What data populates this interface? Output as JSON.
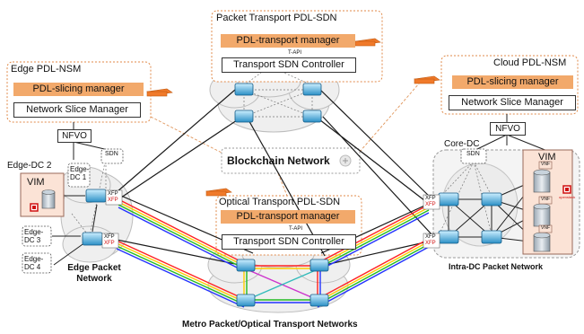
{
  "panels": {
    "packet_transport": {
      "title": "Packet Transport PDL-SDN",
      "manager": "PDL-transport manager",
      "api": "T-API",
      "controller": "Transport SDN Controller"
    },
    "edge": {
      "title": "Edge PDL-NSM",
      "manager": "PDL-slicing manager",
      "controller": "Network Slice Manager"
    },
    "cloud": {
      "title": "Cloud PDL-NSM",
      "manager": "PDL-slicing manager",
      "controller": "Network Slice Manager"
    },
    "optical_transport": {
      "title": "Optical Transport PDL-SDN",
      "manager": "PDL-transport manager",
      "api": "T-API",
      "controller": "Transport SDN Controller"
    }
  },
  "blockchain": {
    "label": "Blockchain Network"
  },
  "edge_side": {
    "nfvo": "NFVO",
    "sdn": "SDN",
    "edge_dc2": "Edge-DC 2",
    "vim": "VIM",
    "edge_dc1": "Edge-DC 1",
    "edge_dc3": "Edge-DC 3",
    "edge_dc4": "Edge-DC 4",
    "edge_packet_network": "Edge Packet Network",
    "xfp": "XFP"
  },
  "cloud_side": {
    "nfvo": "NFVO",
    "core_dc": "Core-DC",
    "sdn": "SDN",
    "vim": "VIM",
    "vnf": "VNF",
    "openstack": "openstack",
    "intra_dc": "Intra-DC Packet Network",
    "xfp": "XFP"
  },
  "metro": {
    "label": "Metro Packet/Optical Transport Networks"
  },
  "colors": {
    "manager_fill": "#f2a96b",
    "panel_border": "#e08a4a",
    "xfp_red": "#d01010",
    "cloud_fill": "#efefef"
  }
}
